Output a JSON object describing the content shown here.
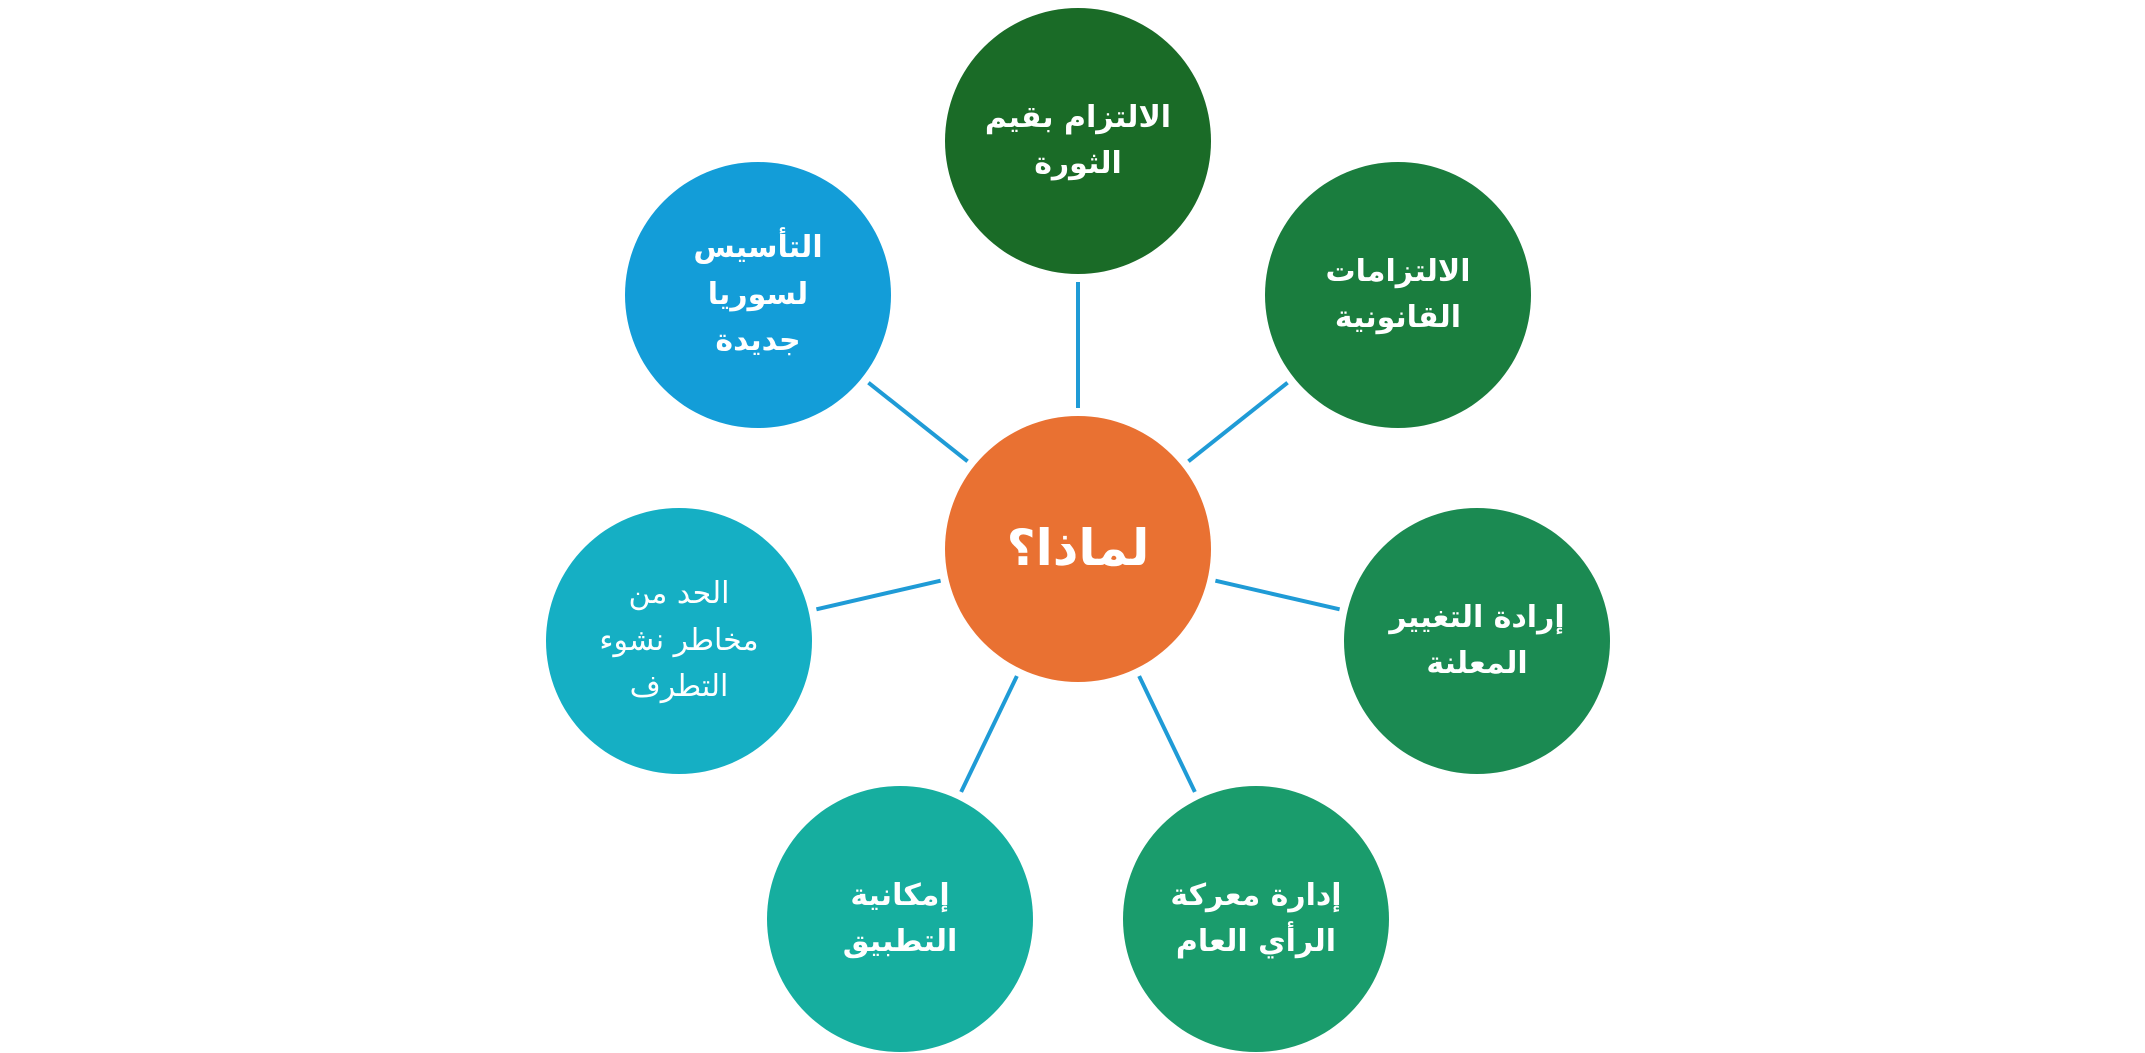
{
  "diagram": {
    "center": {
      "label": "لماذا؟",
      "color": "#E97132"
    },
    "connector_color": "#1F9BD6",
    "nodes": [
      {
        "id": "revolution-values",
        "label": "الالتزام بقيم\nالثورة",
        "color": "#1A6B27"
      },
      {
        "id": "legal-obligations",
        "label": "الالتزامات\nالقانونية",
        "color": "#1A7D3E"
      },
      {
        "id": "will-to-change",
        "label": "إرادة التغيير\nالمعلنة",
        "color": "#1B8A52"
      },
      {
        "id": "public-opinion",
        "label": "إدارة معركة\nالرأي العام",
        "color": "#1A9C6C"
      },
      {
        "id": "applicability",
        "label": "إمكانية\nالتطبيق",
        "color": "#16AE9F"
      },
      {
        "id": "extremism-risk",
        "label": "الحد من\nمخاطر نشوء\nالتطرف",
        "color": "#15AFC4"
      },
      {
        "id": "new-syria",
        "label": "التأسيس\nلسوريا\nجديدة",
        "color": "#139DD8"
      }
    ]
  }
}
